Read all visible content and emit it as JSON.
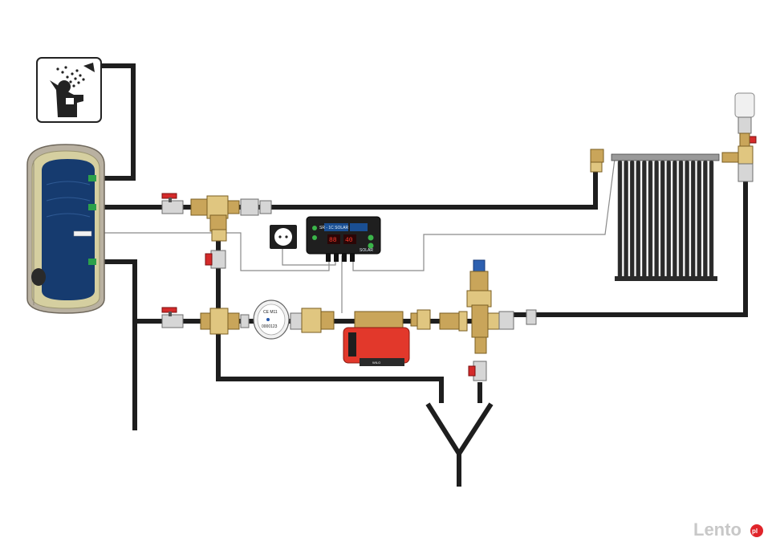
{
  "controller": {
    "model_label": "SR - 1C SOLAR",
    "brand_label": "SOLAR",
    "display_left": "88",
    "display_right": "40"
  },
  "water_meter": {
    "marking_top": "CE M11",
    "marking_bottom": "0000123"
  },
  "pump": {
    "label": "WILO"
  },
  "watermark": {
    "brand": "Lento",
    "suffix": "pl"
  },
  "icons": {
    "shower_sign": "shower-person-icon",
    "socket": "power-socket-icon"
  },
  "colors": {
    "pipe": "#1e1e1e",
    "tank_inner": "#163b6f",
    "tank_shell": "#b9b1a1",
    "collector": "#2a2a2a",
    "pump_body": "#e2382b",
    "controller_panel": "#1f1f1f",
    "brass": "#c9a55a"
  }
}
